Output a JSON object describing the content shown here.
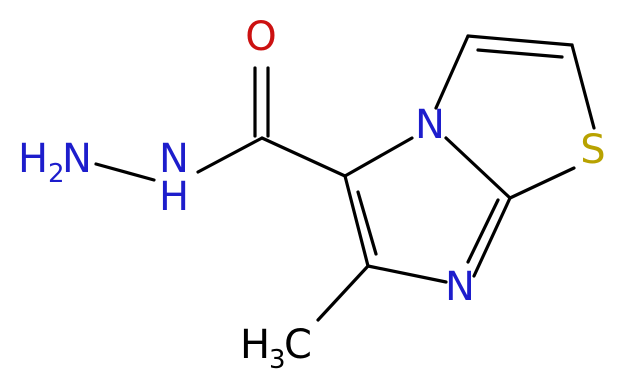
{
  "atoms": {
    "O": {
      "symbol": "O",
      "color": "#cc1111"
    },
    "NH2": {
      "symbol": "H",
      "sub": "2",
      "tail": "N",
      "color": "#1d1dcc"
    },
    "NH": {
      "symbol": "N",
      "below": "H",
      "color": "#1d1dcc"
    },
    "N_bridge": {
      "symbol": "N",
      "color": "#1d1dcc"
    },
    "S": {
      "symbol": "S",
      "color": "#b8a200"
    },
    "N_ring": {
      "symbol": "N",
      "color": "#1d1dcc"
    },
    "CH3": {
      "symbol": "H",
      "sub": "3",
      "tail": "C",
      "color": "#000000"
    }
  }
}
